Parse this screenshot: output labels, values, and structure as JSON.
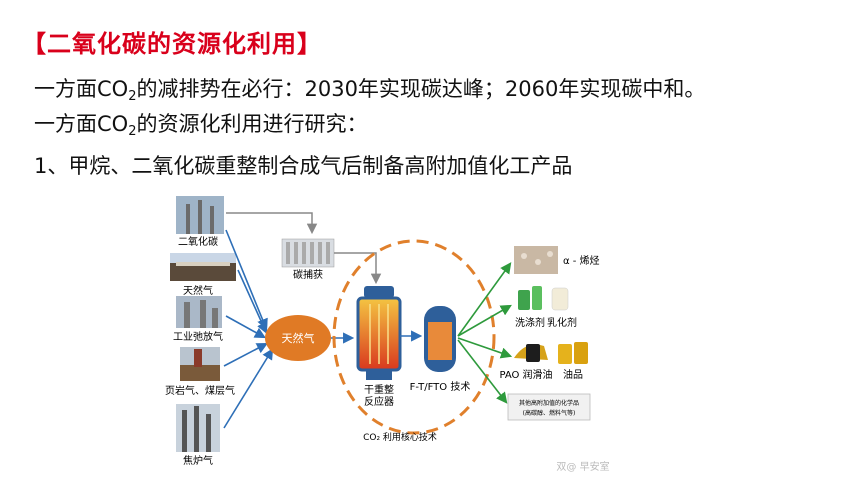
{
  "slide": {
    "title": "【二氧化碳的资源化利用】",
    "line1": {
      "pre": "一方面CO",
      "sub": "2",
      "post": "的减排势在必行：2030年实现碳达峰；2060年实现碳中和。"
    },
    "line2": {
      "pre": "一方面CO",
      "sub": "2",
      "post": "的资源化利用进行研究："
    },
    "line3": "1、甲烷、二氧化碳重整制合成气后制备高附加值化工产品"
  },
  "diagram": {
    "sources": [
      "二氧化碳",
      "天然气",
      "工业弛放气",
      "页岩气、煤层气",
      "焦炉气"
    ],
    "capture_label": "碳捕获",
    "center_label": "天然气",
    "reactor_label_1": "干重整",
    "reactor_label_2": "反应器",
    "ft_label": "F-T/FTO 技术",
    "core_label": "CO₂ 利用核心技术",
    "products": [
      "α - 烯烃",
      "洗涤剂",
      "乳化剂",
      "PAO 润滑油",
      "油品"
    ],
    "products_box_line1": "其他高附加值的化学品",
    "products_box_line2": "(高碳醇、燃料气等)",
    "watermark": "双@ 早安室"
  },
  "colors": {
    "title_red": "#d9001b",
    "arrow_blue": "#2e6fb7",
    "arrow_green": "#2e9a3c",
    "ellipse_orange": "#e0802c",
    "center_orange": "#e07a25"
  }
}
